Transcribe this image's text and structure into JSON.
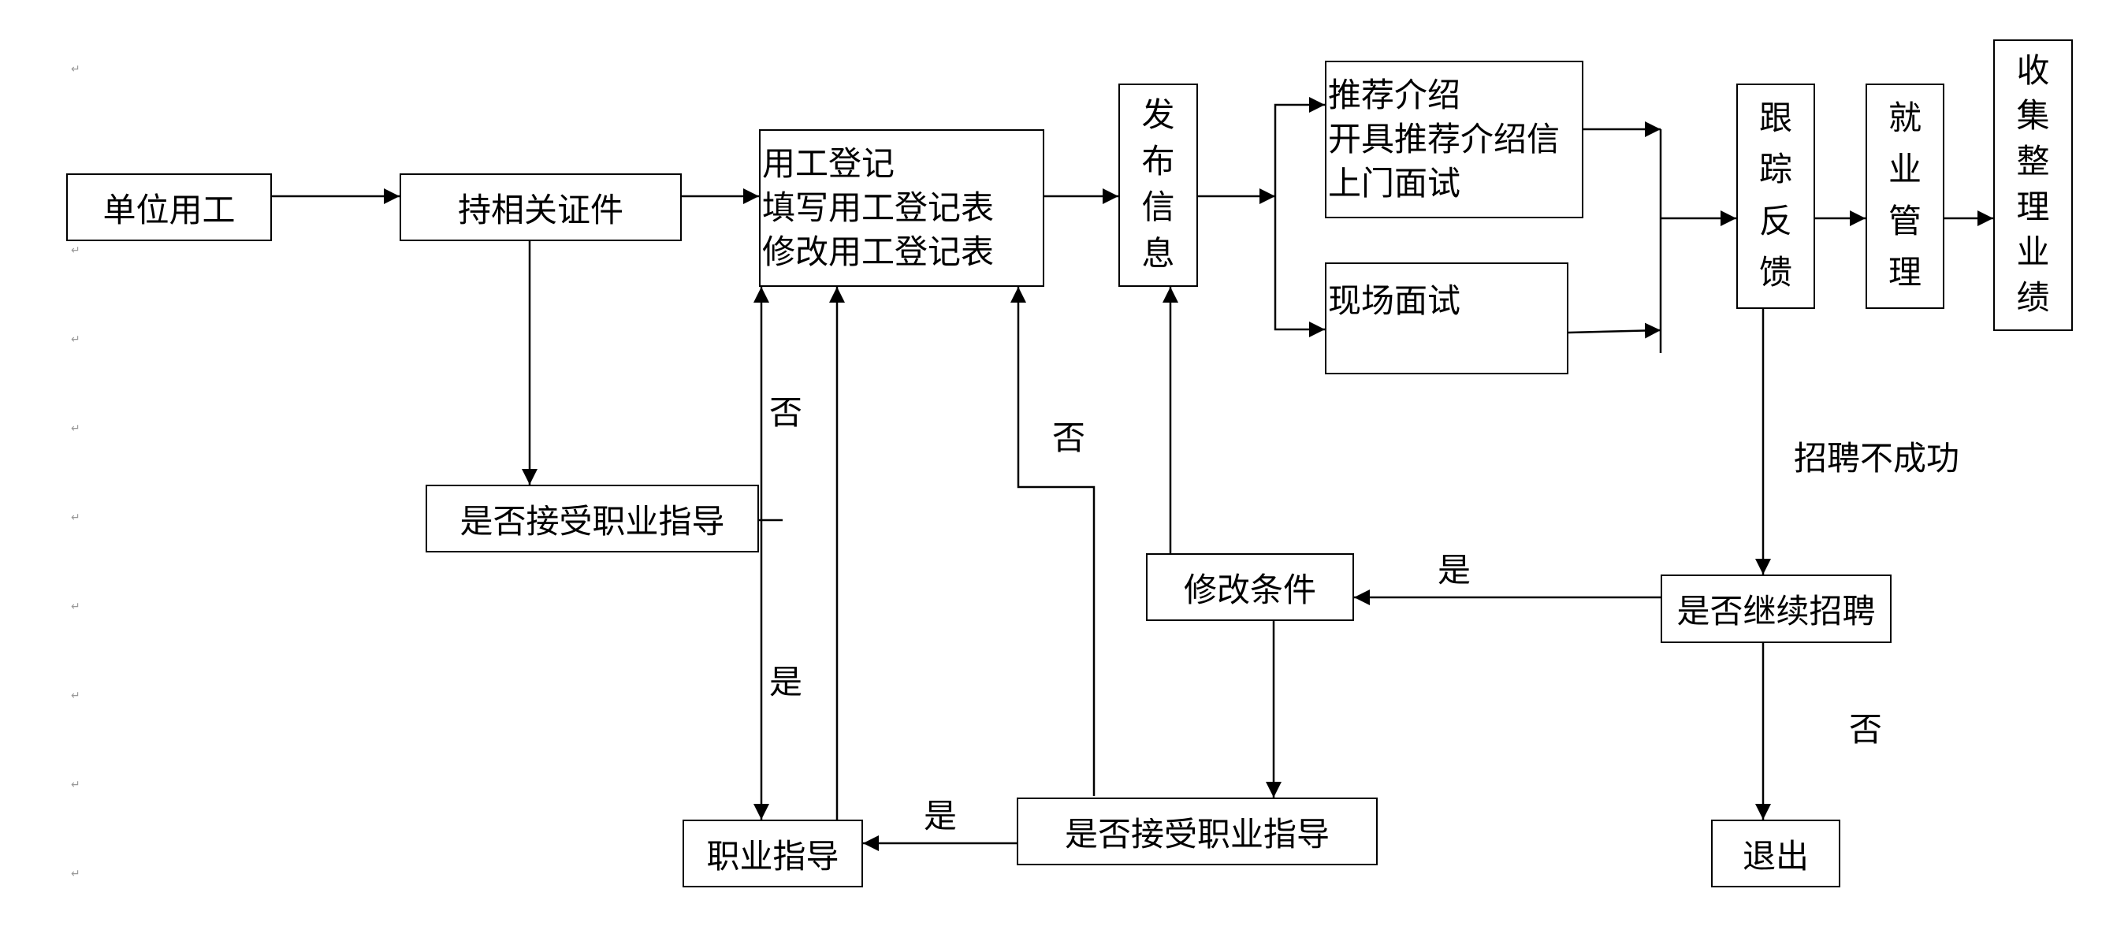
{
  "boxes": {
    "unit_hiring": "单位用工",
    "bring_certificates": "持相关证件",
    "registration": [
      "用工登记",
      "填写用工登记表",
      "修改用工登记表"
    ],
    "publish_info": [
      "发",
      "布",
      "信",
      "息"
    ],
    "recommend": [
      "推荐介绍",
      "开具推荐介绍信",
      "上门面试"
    ],
    "onsite_interview": "现场面试",
    "follow_feedback": [
      "跟",
      "踪",
      "反",
      "馈"
    ],
    "employment_mgmt": [
      "就",
      "业",
      "管",
      "理"
    ],
    "collect_results": [
      "收",
      "集",
      "整",
      "理",
      "业",
      "绩"
    ],
    "accept_guidance_1": "是否接受职业指导",
    "career_guidance": "职业指导",
    "modify_conditions": "修改条件",
    "accept_guidance_2": "是否接受职业指导",
    "continue_hiring": "是否继续招聘",
    "exit": "退出"
  },
  "labels": {
    "no_1": "否",
    "yes_1": "是",
    "no_2": "否",
    "yes_2": "是",
    "yes_3": "是",
    "hiring_failed": "招聘不成功",
    "no_3": "否"
  }
}
